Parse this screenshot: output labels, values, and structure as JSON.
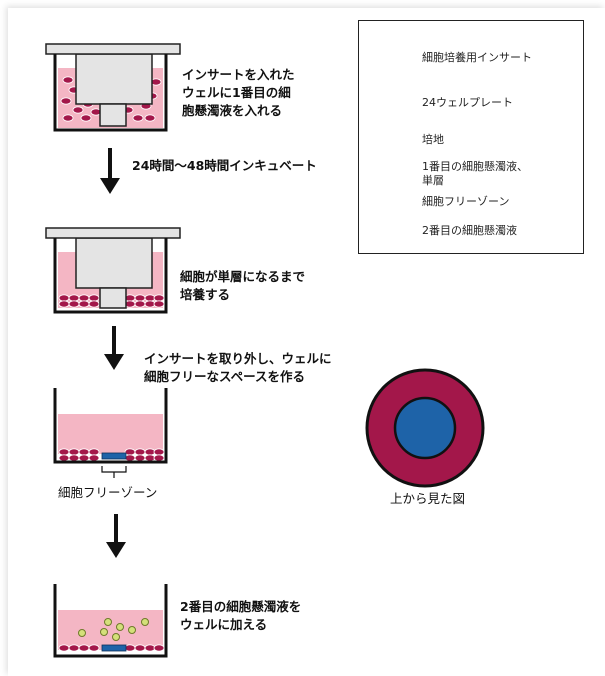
{
  "steps": {
    "s1": {
      "line1": "インサートを入れた",
      "line2": "ウェルに1番目の細",
      "line3": "胞懸濁液を入れる"
    },
    "s2": {
      "line1": "24時間〜48時間インキュベート"
    },
    "s3": {
      "line1": "細胞が単層になるまで",
      "line2": "培養する"
    },
    "s4": {
      "line1": "インサートを取り外し、ウェルに",
      "line2": "細胞フリーなスペースを作る"
    },
    "s5": {
      "line1": "2番目の細胞懸濁液を",
      "line2": "ウェルに加える"
    }
  },
  "zone_label": "細胞フリーゾーン",
  "top_view_label": "上から見た図",
  "legend": {
    "insert": "細胞培養用インサート",
    "plate": "24ウェルプレート",
    "medium": "培地",
    "cells1_line1": "1番目の細胞懸濁液、",
    "cells1_line2": "単層",
    "zone": "細胞フリーゾーン",
    "cells2": "2番目の細胞懸濁液"
  },
  "colors": {
    "medium": "#f4b6c4",
    "cell": "#a3174a",
    "zone": "#1e63a8",
    "cell2": "#d4e07a",
    "insert": "#e4e4e4"
  }
}
